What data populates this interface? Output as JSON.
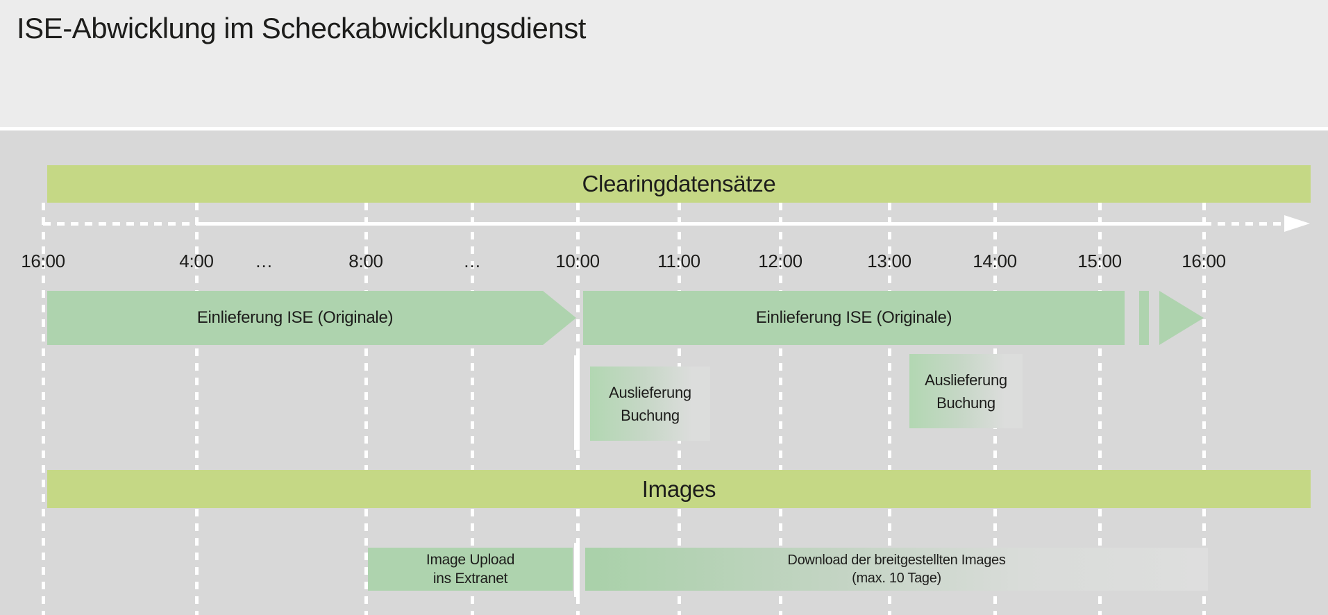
{
  "header": {
    "title": "ISE-Abwicklung im Scheckabwicklungsdienst"
  },
  "timeline": {
    "tick_labels": [
      "16:00",
      "4:00",
      "…",
      "8:00",
      "…",
      "10:00",
      "11:00",
      "12:00",
      "13:00",
      "14:00",
      "15:00",
      "16:00"
    ],
    "axis_style": "white arrow, dashed before 4:00 and after 16:00, arrowhead at right"
  },
  "clearing": {
    "banner_label": "Clearingdatensätze",
    "einlieferung_early": {
      "label": "Einlieferung ISE (Originale)"
    },
    "einlieferung_day": {
      "label": "Einlieferung ISE (Originale)"
    },
    "auslieferung_morning": {
      "line1": "Auslieferung",
      "line2": "Buchung"
    },
    "auslieferung_afternoon": {
      "line1": "Auslieferung",
      "line2": "Buchung"
    }
  },
  "images": {
    "banner_label": "Images",
    "upload": {
      "line1": "Image Upload",
      "line2": "ins Extranet"
    },
    "download": {
      "line1": "Download der breitgestellten Images",
      "line2": "(max. 10 Tage)"
    }
  },
  "colors": {
    "header_bg": "#ececec",
    "canvas_bg": "#d8d8d8",
    "banner_green": "#c5d885",
    "bar_green": "#aed3ae",
    "fade_green_start": "#b2d7b2",
    "fade_gray_end": "#dedede",
    "axis_white": "#ffffff",
    "text": "#1d1d1b"
  }
}
